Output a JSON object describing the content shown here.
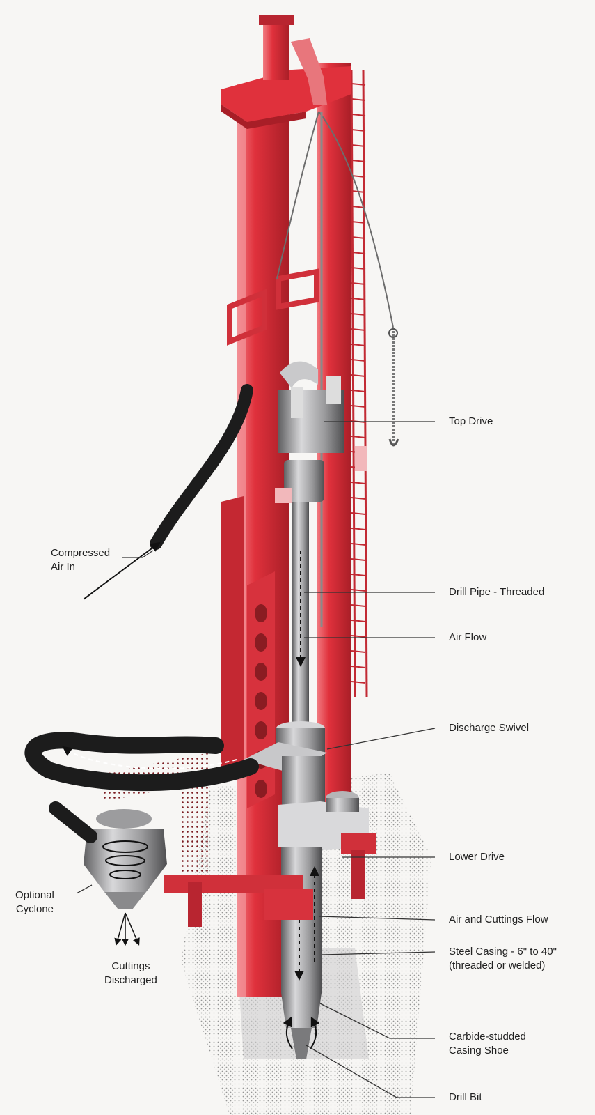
{
  "labels": {
    "top_drive": "Top Drive",
    "compressed_air": [
      "Compressed",
      "Air In"
    ],
    "drill_pipe": "Drill Pipe - Threaded",
    "air_flow": "Air Flow",
    "discharge_swivel": "Discharge Swivel",
    "lower_drive": "Lower Drive",
    "optional_cyclone": [
      "Optional",
      "Cyclone"
    ],
    "air_cuttings_flow": "Air and Cuttings Flow",
    "steel_casing": [
      "Steel Casing - 6\" to 40\"",
      "(threaded or welded)"
    ],
    "cuttings_discharged": [
      "Cuttings",
      "Discharged"
    ],
    "casing_shoe": [
      "Carbide-studded",
      "Casing Shoe"
    ],
    "drill_bit": "Drill Bit"
  },
  "colors": {
    "rig_red": "#e0313c",
    "rig_red_dark": "#a81e27",
    "rig_red_light": "#f07a80",
    "steel": "#a9a9ab",
    "steel_dark": "#6a6a6c",
    "hose": "#1c1c1c",
    "ground": "#c9c9c9"
  },
  "icons": [
    "drill-rig-illustration",
    "air-flow-arrow-icon",
    "hose-icon",
    "cyclone-icon"
  ]
}
